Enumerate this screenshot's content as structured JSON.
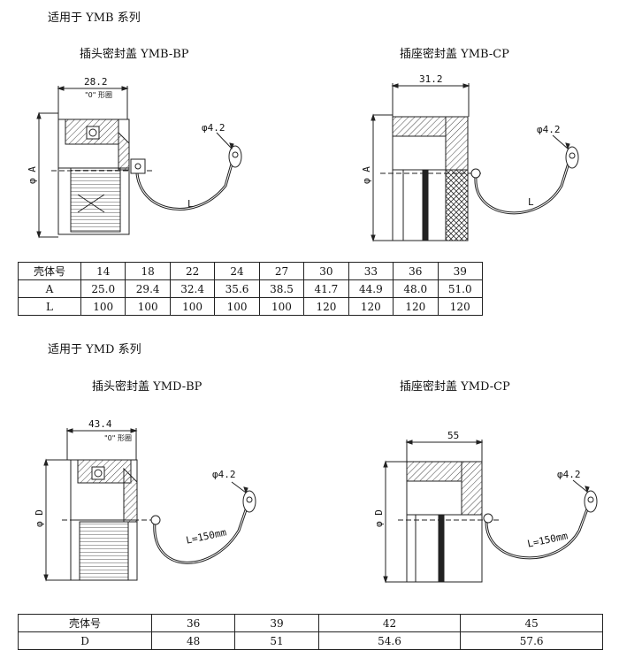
{
  "ymb": {
    "section_title": "适用于 YMB 系列",
    "bp": {
      "title": "插头密封盖 YMB-BP",
      "width_dim": "28.2",
      "phi_label": "φ A",
      "o_ring": "\"0\" 形圈",
      "hole_dim": "φ4.2",
      "length_label": "L"
    },
    "cp": {
      "title": "插座密封盖 YMB-CP",
      "width_dim": "31.2",
      "phi_label": "φ A",
      "hole_dim": "φ4.2",
      "length_label": "L"
    },
    "table": {
      "headers": [
        "壳体号",
        "14",
        "18",
        "22",
        "24",
        "27",
        "30",
        "33",
        "36",
        "39"
      ],
      "rows": [
        [
          "A",
          "25.0",
          "29.4",
          "32.4",
          "35.6",
          "38.5",
          "41.7",
          "44.9",
          "48.0",
          "51.0"
        ],
        [
          "L",
          "100",
          "100",
          "100",
          "100",
          "100",
          "120",
          "120",
          "120",
          "120"
        ]
      ]
    }
  },
  "ymd": {
    "section_title": "适用于 YMD 系列",
    "bp": {
      "title": "插头密封盖 YMD-BP",
      "width_dim": "43.4",
      "phi_label": "φ D",
      "o_ring": "\"0\" 形圈",
      "hole_dim": "φ4.2",
      "length_label": "L=150mm"
    },
    "cp": {
      "title": "插座密封盖 YMD-CP",
      "width_dim": "55",
      "phi_label": "φ D",
      "hole_dim": "φ4.2",
      "length_label": "L=150mm"
    },
    "table": {
      "headers": [
        "壳体号",
        "36",
        "39",
        "42",
        "45"
      ],
      "rows": [
        [
          "D",
          "48",
          "51",
          "54.6",
          "57.6"
        ]
      ]
    }
  }
}
